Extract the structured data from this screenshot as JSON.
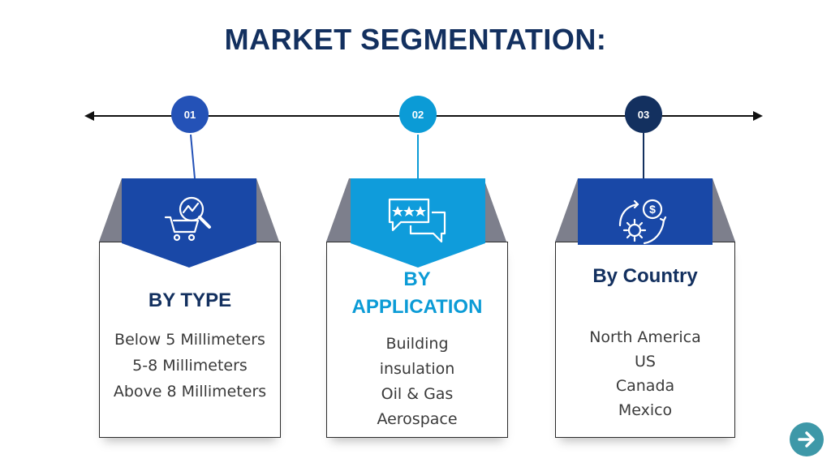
{
  "title": "MARKET SEGMENTATION:",
  "colors": {
    "title": "#13305f",
    "marker_1": "#2452b7",
    "marker_2": "#0b9bd6",
    "marker_3": "#13305f",
    "ribbon_1": "#1948a7",
    "ribbon_2": "#0f9cdb",
    "ribbon_3": "#1948a7",
    "tab_gray": "#7d7f8c",
    "next_button": "#3e98a8"
  },
  "timeline": {
    "markers": [
      "01",
      "02",
      "03"
    ]
  },
  "segments": [
    {
      "heading": "BY TYPE",
      "icon": "magnifier-chart-cart-icon",
      "items": [
        "Below 5 Millimeters",
        "5-8 Millimeters",
        "Above 8 Millimeters"
      ]
    },
    {
      "heading_line1": "BY",
      "heading_line2": "APPLICATION",
      "icon": "rating-chat-bubbles-icon",
      "items": [
        "Building",
        "insulation",
        "Oil & Gas",
        "Aerospace"
      ]
    },
    {
      "heading": "By Country",
      "icon": "dollar-gear-cycle-icon",
      "items": [
        "North America",
        "US",
        "Canada",
        "Mexico"
      ]
    }
  ],
  "navigation": {
    "next_icon": "arrow-right-icon"
  }
}
